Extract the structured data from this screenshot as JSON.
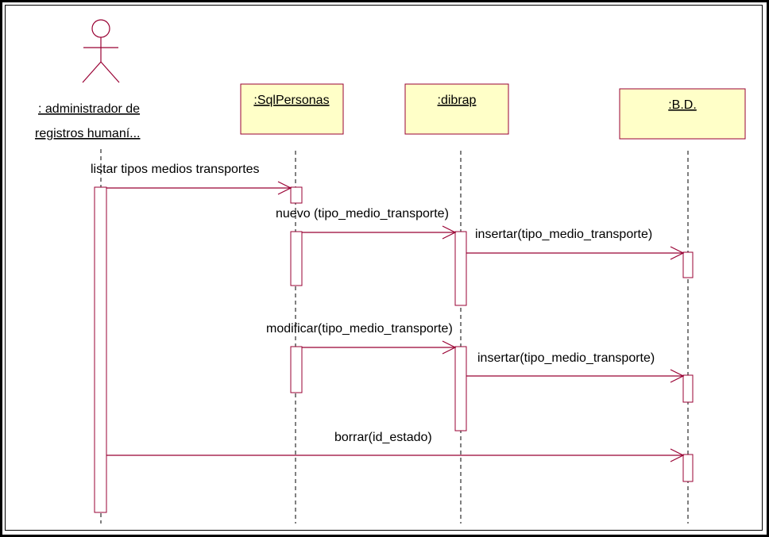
{
  "actor": {
    "name_line1": ": administrador de",
    "name_line2": "registros humaní..."
  },
  "objects": {
    "sqlpersonas": ":SqlPersonas",
    "dibrap": ":dibrap",
    "bd": ":B.D."
  },
  "messages": {
    "m1": "listar tipos medios transportes",
    "m2": "nuevo (tipo_medio_transporte)",
    "m3": "insertar(tipo_medio_transporte)",
    "m4": "modificar(tipo_medio_transporte)",
    "m5": "insertar(tipo_medio_transporte)",
    "m6": "borrar(id_estado)"
  },
  "colors": {
    "line": "#990033",
    "object_fill": "#ffffc8"
  }
}
